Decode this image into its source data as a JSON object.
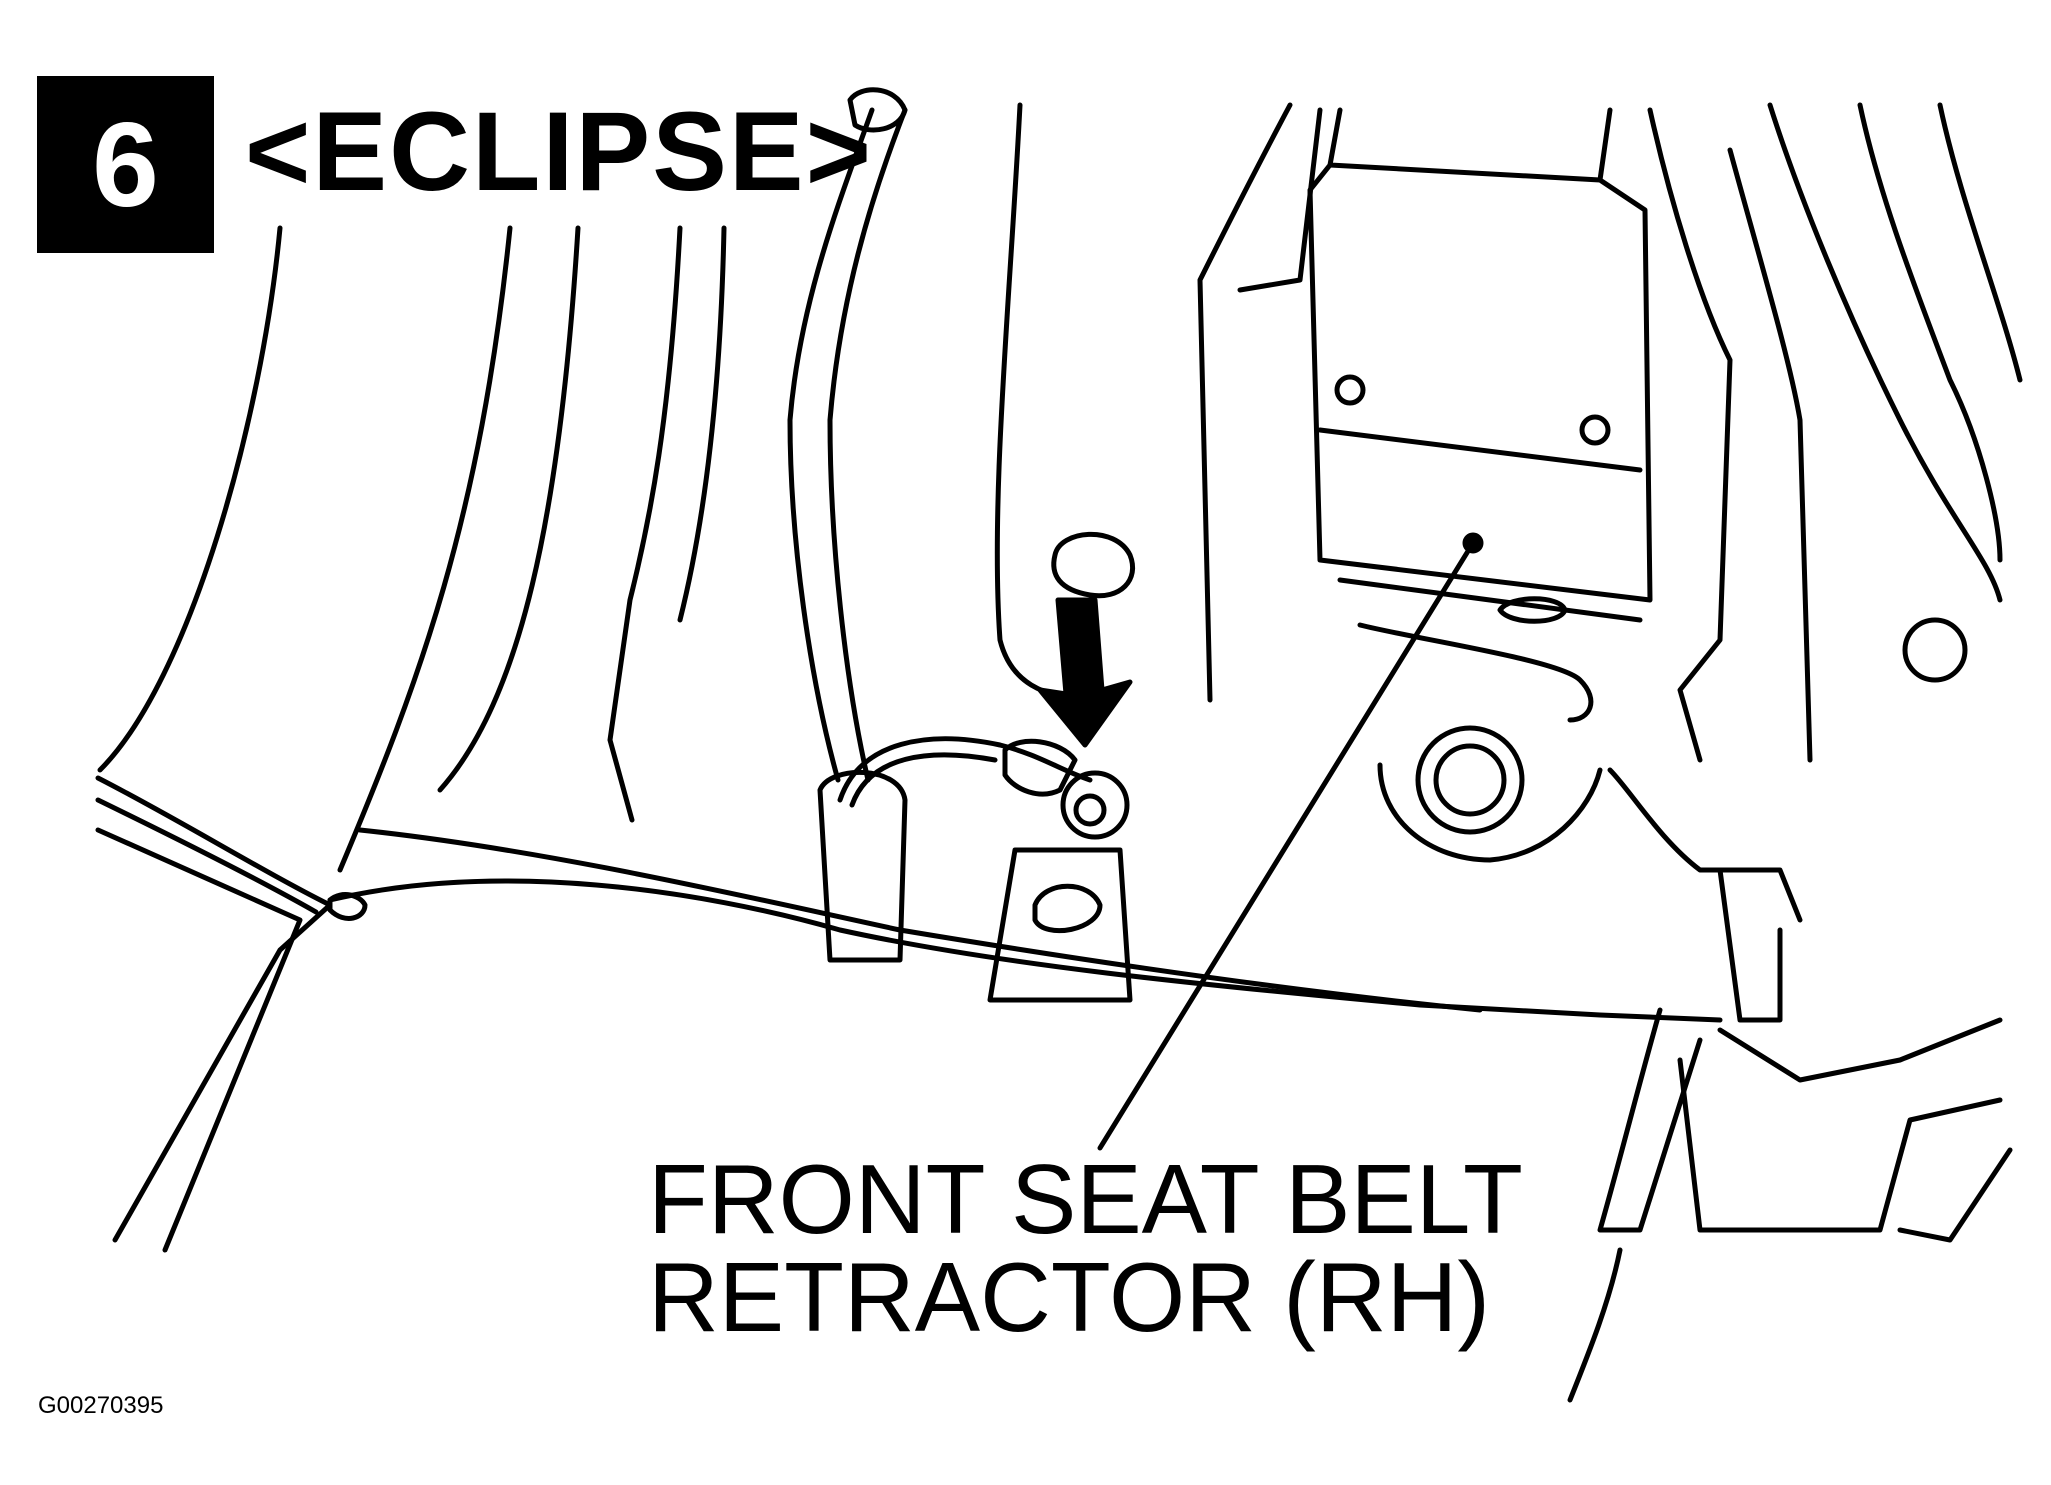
{
  "step_number": "6",
  "model_label": "<ECLIPSE>",
  "callout": {
    "line1": "FRONT SEAT BELT",
    "line2": "RETRACTOR (RH)"
  },
  "figure_id": "G00270395"
}
